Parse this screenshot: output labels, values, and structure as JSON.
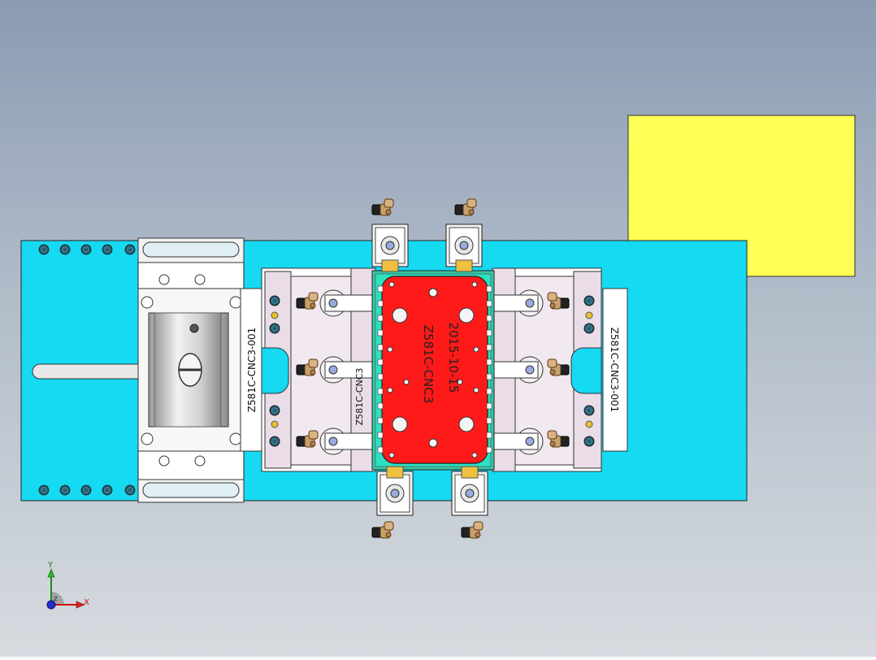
{
  "viewport": {
    "background_top": "#8a9bb3",
    "background_bottom": "#d7dbe0"
  },
  "labels": {
    "part_left": "Z581C-CNC3-001",
    "part_right": "Z581C-CNC3-001",
    "fixture_id": "Z581C-CNC3",
    "work_id": "Z581C-CNC3",
    "date_stamp": "2015-10-15"
  },
  "axes": {
    "y_label": "Y",
    "x_label": "X",
    "z_label": "Z"
  },
  "colors": {
    "base_plate": "#16d9f2",
    "yellow_block": "#ffff55",
    "workpiece": "#ff1a1a",
    "clamp_pad": "#e8dce8",
    "fitting": "#c8a070"
  },
  "icons": [
    "axis-triad-icon",
    "air-fitting-icon",
    "bolt-hole-icon"
  ]
}
